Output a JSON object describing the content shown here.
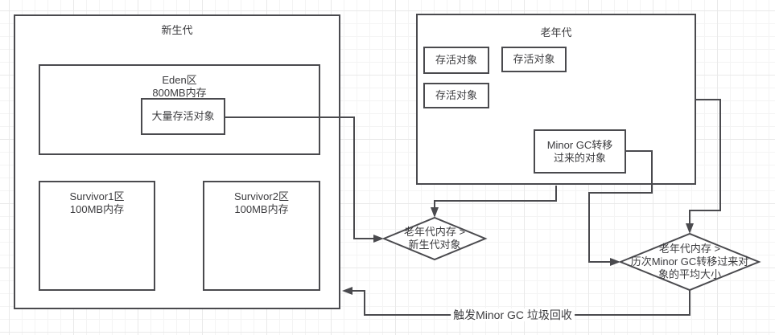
{
  "colors": {
    "stroke": "#4a4a4e",
    "text": "#3c3c3f",
    "canvas_bg": "#ffffff",
    "grid_minor": "#f4f4f4",
    "grid_major": "#e9e9e9"
  },
  "young_gen": {
    "title": "新生代",
    "eden": {
      "line1": "Eden区",
      "line2": "800MB内存"
    },
    "large_live_objects": "大量存活对象",
    "survivor1": {
      "line1": "Survivor1区",
      "line2": "100MB内存"
    },
    "survivor2": {
      "line1": "Survivor2区",
      "line2": "100MB内存"
    }
  },
  "old_gen": {
    "title": "老年代",
    "live1": "存活对象",
    "live2": "存活对象",
    "live3": "存活对象",
    "minor_gc_moved": {
      "line1": "Minor GC转移",
      "line2": "过来的对象"
    }
  },
  "decisions": {
    "left": {
      "line1": "老年代内存 >",
      "line2": "新生代对象"
    },
    "right": {
      "line1": "老年代内存 >",
      "line2": "历次Minor GC转移过来对",
      "line3": "象的平均大小"
    }
  },
  "flow_label": "触发Minor GC 垃圾回收"
}
